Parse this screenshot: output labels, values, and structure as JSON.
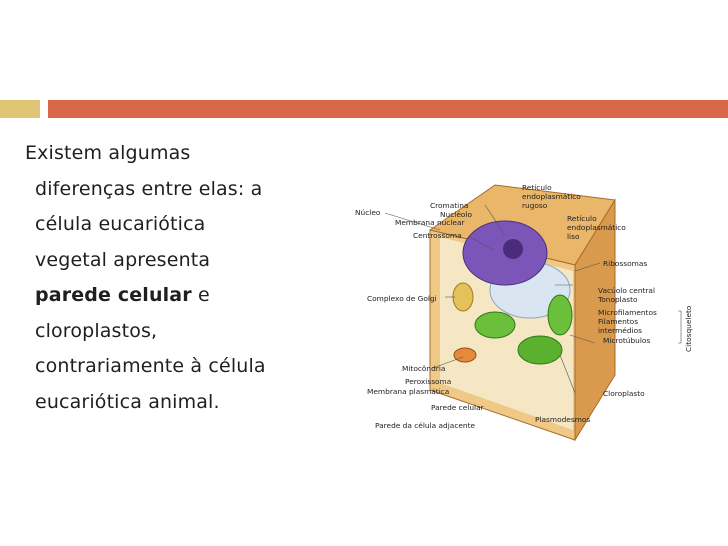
{
  "slide": {
    "body_lines": [
      "Existem algumas",
      "diferenças entre elas: a",
      "célula eucariótica",
      "vegetal apresenta",
      "parede celular",
      " e",
      "cloroplastos,",
      "contrariamente à célula",
      "eucariótica animal."
    ]
  },
  "figure": {
    "labels": {
      "nucleo": "Núcleo",
      "cromatina": "Cromatina",
      "nucleolo": "Nucléolo",
      "membrana_nuclear": "Membrana nuclear",
      "centrossoma": "Centrossoma",
      "complexo_golgi": "Complexo de Golgi",
      "mitocondria": "Mitocôndria",
      "peroxissoma": "Peroxissoma",
      "membrana_plasmatica": "Membrana plasmática",
      "parede_celular": "Parede celular",
      "parede_adjacente": "Parede da célula adjacente",
      "reticulo_rugoso_1": "Retículo",
      "reticulo_rugoso_2": "endoplasmático",
      "reticulo_rugoso_3": "rugoso",
      "reticulo_liso_1": "Retículo",
      "reticulo_liso_2": "endoplasmático",
      "reticulo_liso_3": "liso",
      "ribossomas": "Ribossomas",
      "vacuolo_central": "Vacúolo central",
      "tonoplasto": "Tonoplasto",
      "microfilamentos": "Microfilamentos",
      "filamentos_1": "Filamentos",
      "filamentos_2": "intermédios",
      "microtubulos": "Microtúbulos",
      "citosqueleto": "Citosqueleto",
      "cloroplasto": "Cloroplasto",
      "plasmodesmos": "Plasmodesmos"
    }
  }
}
